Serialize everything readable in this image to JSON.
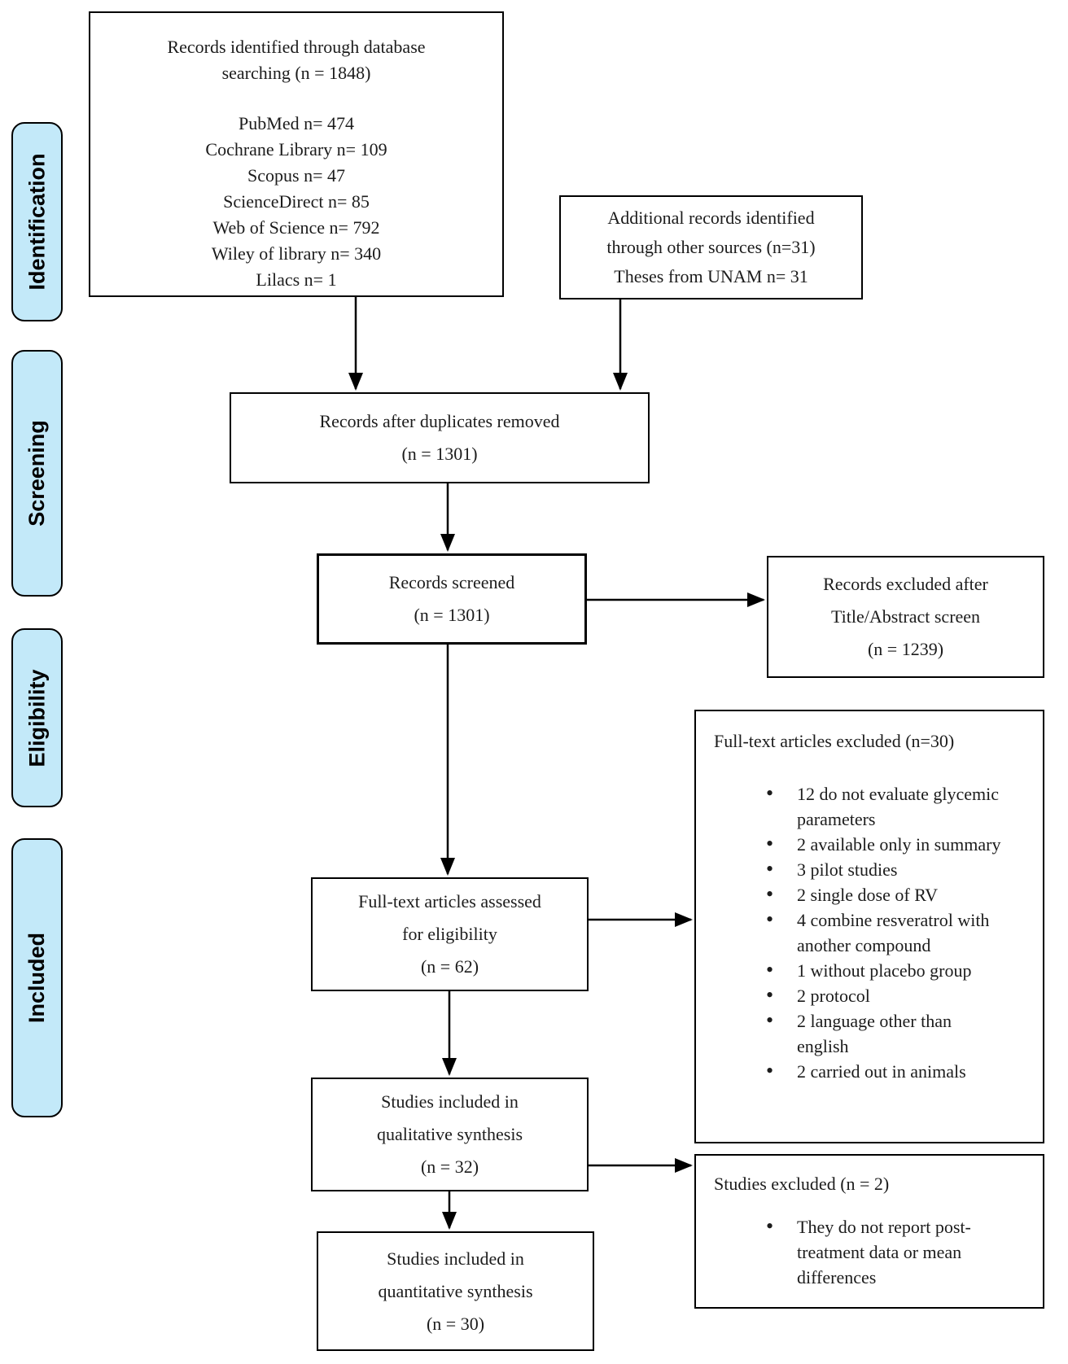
{
  "diagram_type": "PRISMA flow diagram",
  "colors": {
    "background": "#ffffff",
    "stage_fill": "#c3e9f9",
    "stage_border": "#000000",
    "box_border": "#000000",
    "arrow": "#000000",
    "text": "#1c1c1c"
  },
  "sidebar": {
    "stages": [
      {
        "label": "Identification"
      },
      {
        "label": "Screening"
      },
      {
        "label": "Eligibility"
      },
      {
        "label": "Included"
      }
    ]
  },
  "boxes": {
    "records_db": {
      "title_lines": [
        "Records identified through database",
        "searching (n = 1848)"
      ],
      "sources": [
        "PubMed n= 474",
        "Cochrane Library n= 109",
        "Scopus n= 47",
        "ScienceDirect n= 85",
        "Web of Science n= 792",
        "Wiley of library n= 340",
        "Lilacs n= 1"
      ]
    },
    "additional": {
      "lines": [
        "Additional records identified",
        "through other sources (n=31)",
        "Theses from UNAM n= 31"
      ]
    },
    "duplicates": {
      "lines": [
        "Records after duplicates removed",
        "(n = 1301)"
      ]
    },
    "screened": {
      "lines": [
        "Records screened",
        "(n = 1301)"
      ]
    },
    "excluded_title_abstract": {
      "lines": [
        "Records excluded after",
        "Title/Abstract screen",
        "(n = 1239)"
      ]
    },
    "fulltext_assessed": {
      "lines": [
        "Full-text articles assessed",
        "for eligibility",
        "(n = 62)"
      ]
    },
    "fulltext_excluded": {
      "title": "Full-text articles excluded (n=30)",
      "bullets": [
        "12 do not evaluate glycemic parameters",
        "2 available only in summary",
        "3 pilot studies",
        "2 single dose of RV",
        "4 combine resveratrol with another compound",
        "1 without placebo group",
        "2 protocol",
        "2 language other than english",
        "2 carried out in animals"
      ]
    },
    "qualitative": {
      "lines": [
        "Studies included in",
        "qualitative synthesis",
        "(n = 32)"
      ]
    },
    "quantitative": {
      "lines": [
        "Studies included in",
        "quantitative synthesis",
        "(n = 30)"
      ]
    },
    "studies_excluded": {
      "title": "Studies excluded (n = 2)",
      "bullets": [
        "They do not report post-treatment data or mean differences"
      ]
    }
  }
}
